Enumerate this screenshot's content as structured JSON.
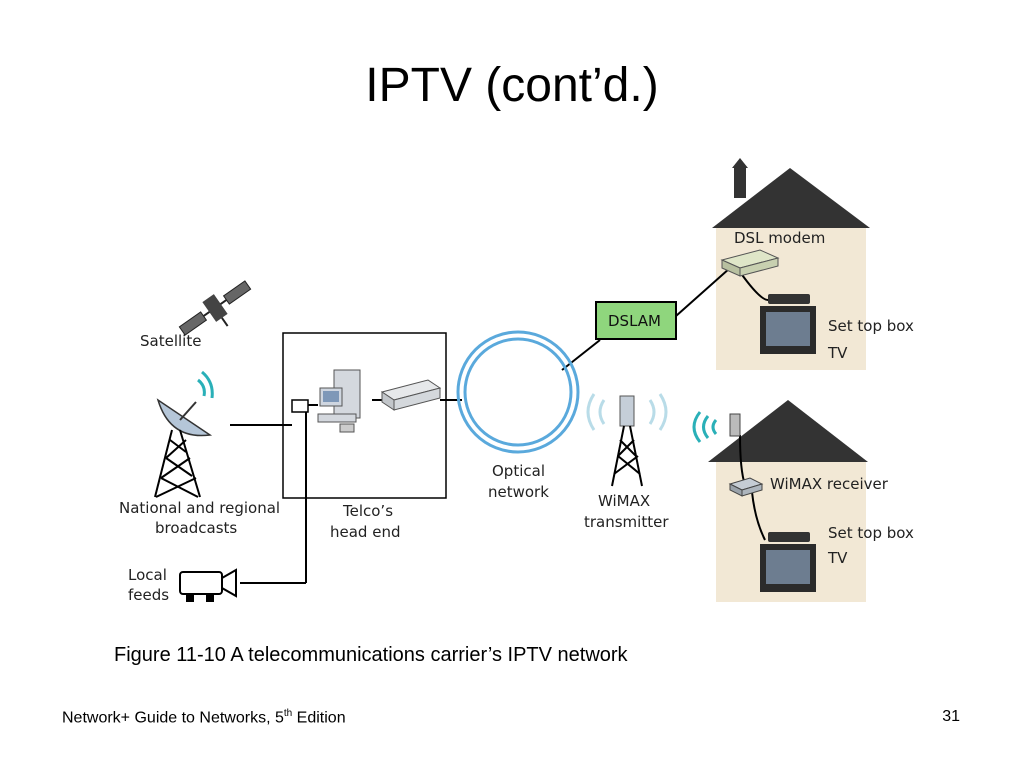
{
  "slide": {
    "title": "IPTV (cont’d.)",
    "caption": "Figure 11-10 A telecommunications carrier’s IPTV network",
    "footer": {
      "text_before": "Network+ Guide to Networks, 5",
      "superscript": "th",
      "text_after": " Edition",
      "page_number": "31"
    }
  },
  "diagram": {
    "labels": {
      "satellite": "Satellite",
      "broadcasts_line1": "National and regional",
      "broadcasts_line2": "broadcasts",
      "local_feeds_line1": "Local",
      "local_feeds_line2": "feeds",
      "head_end_line1": "Telco’s",
      "head_end_line2": "head end",
      "optical_line1": "Optical",
      "optical_line2": "network",
      "wimax_tx_line1": "WiMAX",
      "wimax_tx_line2": "transmitter",
      "dslam": "DSLAM",
      "dsl_modem": "DSL modem",
      "set_top_box_1": "Set top box",
      "tv_1": "TV",
      "wimax_receiver": "WiMAX receiver",
      "set_top_box_2": "Set top box",
      "tv_2": "TV"
    },
    "icons": [
      "satellite-icon",
      "satellite-dish-icon",
      "video-camera-icon",
      "server-icon",
      "router-icon",
      "optical-ring-icon",
      "wimax-tower-icon",
      "house-icon",
      "dsl-modem-icon",
      "set-top-box-icon",
      "tv-icon",
      "wimax-receiver-icon",
      "wireless-signal-icon"
    ],
    "colors": {
      "house_fill": "#f2e8d5",
      "roof": "#333333",
      "dslam_fill": "#8fd67d",
      "ring": "#5aa9dc",
      "signal": "#2ab0b8",
      "lines": "#000000"
    }
  }
}
